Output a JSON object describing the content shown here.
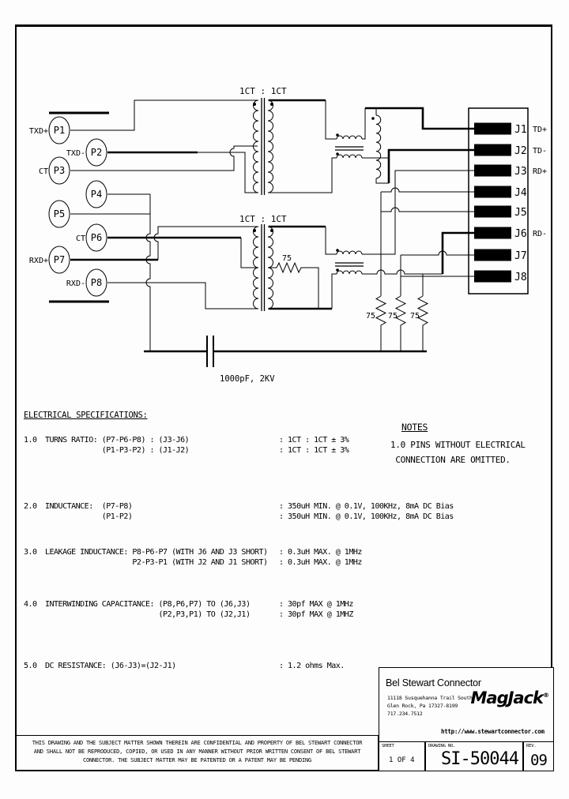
{
  "schematic": {
    "transformer_ratio": "1CT : 1CT",
    "resistor_value": "75",
    "capacitor_value": "1000pF, 2KV",
    "pins": [
      {
        "id": "P1",
        "signal": "TXD+"
      },
      {
        "id": "P2",
        "signal": "TXD-"
      },
      {
        "id": "P3",
        "signal": "CT"
      },
      {
        "id": "P4",
        "signal": ""
      },
      {
        "id": "P5",
        "signal": ""
      },
      {
        "id": "P6",
        "signal": "CT"
      },
      {
        "id": "P7",
        "signal": "RXD+"
      },
      {
        "id": "P8",
        "signal": "RXD-"
      }
    ],
    "jacks": [
      {
        "id": "J1",
        "signal": "TD+"
      },
      {
        "id": "J2",
        "signal": "TD-"
      },
      {
        "id": "J3",
        "signal": "RD+"
      },
      {
        "id": "J4",
        "signal": ""
      },
      {
        "id": "J5",
        "signal": ""
      },
      {
        "id": "J6",
        "signal": "RD-"
      },
      {
        "id": "J7",
        "signal": ""
      },
      {
        "id": "J8",
        "signal": ""
      }
    ]
  },
  "specs": {
    "title": "ELECTRICAL SPECIFICATIONS:",
    "items": [
      {
        "num": "1.0",
        "l1": "TURNS RATIO: (P7-P6-P8) : (J3-J6)",
        "l2": "             (P1-P3-P2) : (J1-J2)",
        "r1": ": 1CT : 1CT ± 3%",
        "r2": ": 1CT : 1CT ± 3%"
      },
      {
        "num": "2.0",
        "l1": "INDUCTANCE:  (P7-P8)",
        "l2": "             (P1-P2)",
        "r1": ": 350uH MIN. @ 0.1V, 100KHz, 8mA DC Bias",
        "r2": ": 350uH MIN. @ 0.1V, 100KHz, 8mA DC Bias"
      },
      {
        "num": "3.0",
        "l1": "LEAKAGE INDUCTANCE: P8-P6-P7 (WITH J6 AND J3 SHORT)",
        "l2": "                    P2-P3-P1 (WITH J2 AND J1 SHORT)",
        "r1": ": 0.3uH MAX. @ 1MHz",
        "r2": ": 0.3uH MAX. @ 1MHz"
      },
      {
        "num": "4.0",
        "l1": "INTERWINDING CAPACITANCE: (P8,P6,P7) TO (J6,J3)",
        "l2": "                          (P2,P3,P1) TO (J2,J1)",
        "r1": ": 30pf MAX @ 1MHz",
        "r2": ": 30pf MAX @ 1MHZ"
      },
      {
        "num": "5.0",
        "l1": "DC RESISTANCE: (J6-J3)=(J2-J1)",
        "l2": "",
        "r1": ": 1.2 ohms Max.",
        "r2": ""
      }
    ]
  },
  "notes": {
    "title": "NOTES",
    "line1": "1.0 PINS WITHOUT ELECTRICAL",
    "line2": " CONNECTION ARE OMITTED."
  },
  "title_block": {
    "company": "Bel Stewart Connector",
    "address1": "11118 Susquehanna Trail South",
    "address2": "Glen Rock, Pa  17327-8199",
    "phone": "717.234.7512",
    "logo": "MagJack",
    "logo_reg": "®",
    "url": "http://www.stewartconnector.com",
    "disclaimer1": "THIS DRAWING AND THE SUBJECT MATTER SHOWN THEREIN ARE CONFIDENTIAL AND PROPERTY OF BEL STEWART CONNECTOR",
    "disclaimer2": "AND SHALL NOT BE REPRODUCED, COPIED, OR USED IN ANY MANNER WITHOUT PRIOR WRITTEN CONSENT OF BEL STEWART",
    "disclaimer3": "CONNECTOR.  THE SUBJECT MATTER MAY BE PATENTED OR A PATENT MAY BE PENDING",
    "sheet_label": "SHEET",
    "sheet_value": "1 OF 4",
    "drawing_label": "DRAWING NO.",
    "drawing_number": "SI-50044",
    "rev_label": "REV.",
    "rev_value": "09"
  }
}
